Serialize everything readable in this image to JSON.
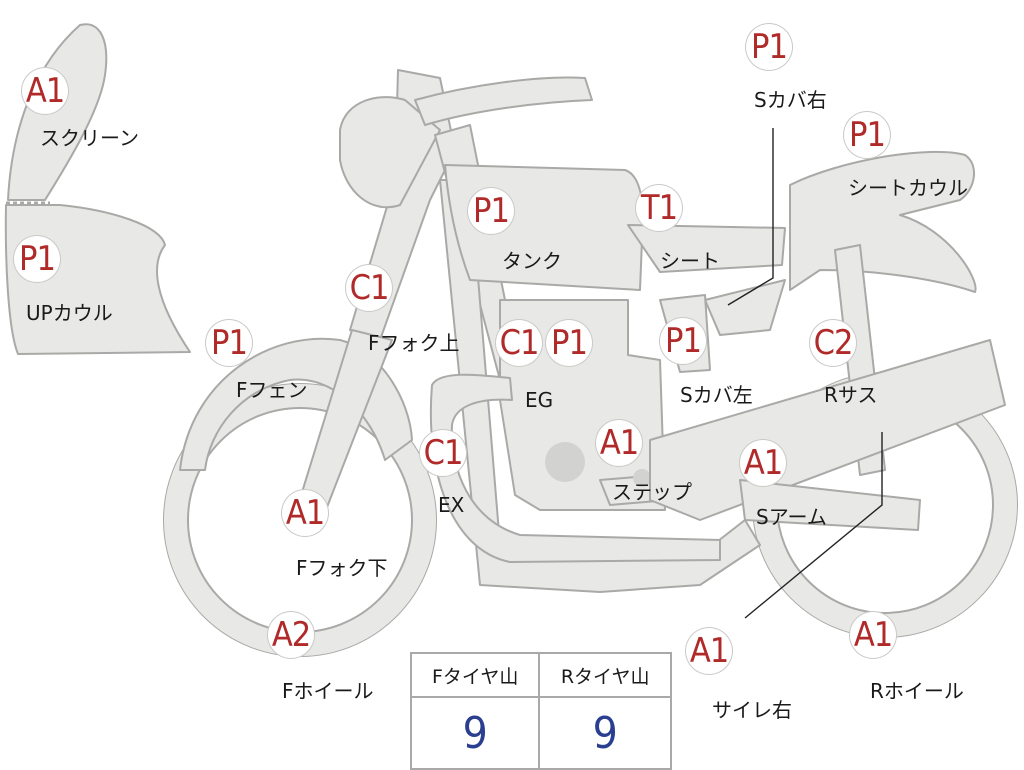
{
  "parts": [
    {
      "id": "screen",
      "code": "A1",
      "label": "スクリーン"
    },
    {
      "id": "up-cowl",
      "code": "P1",
      "label": "UPカウル"
    },
    {
      "id": "front-fender",
      "code": "P1",
      "label": "Fフェン"
    },
    {
      "id": "fork-upper",
      "code": "C1",
      "label": "Fフォク上"
    },
    {
      "id": "tank",
      "code": "P1",
      "label": "タンク"
    },
    {
      "id": "seat",
      "code": "T1",
      "label": "シート"
    },
    {
      "id": "side-cover-right",
      "code": "P1",
      "label": "Sカバ右"
    },
    {
      "id": "seat-cowl",
      "code": "P1",
      "label": "シートカウル"
    },
    {
      "id": "engine",
      "code": "C1",
      "code2": "P1",
      "label": "EG"
    },
    {
      "id": "side-cover-left",
      "code": "P1",
      "label": "Sカバ左"
    },
    {
      "id": "rear-suspension",
      "code": "C2",
      "label": "Rサス"
    },
    {
      "id": "exhaust",
      "code": "C1",
      "label": "EX"
    },
    {
      "id": "step",
      "code": "A1",
      "label": "ステップ"
    },
    {
      "id": "swing-arm",
      "code": "A1",
      "label": "Sアーム"
    },
    {
      "id": "fork-lower",
      "code": "A1",
      "label": "Fフォク下"
    },
    {
      "id": "front-wheel",
      "code": "A2",
      "label": "Fホイール"
    },
    {
      "id": "silencer-right",
      "code": "A1",
      "label": "サイレ右"
    },
    {
      "id": "rear-wheel",
      "code": "A1",
      "label": "Rホイール"
    }
  ],
  "tire_table": {
    "headers": [
      "Fタイヤ山",
      "Rタイヤ山"
    ],
    "values": [
      "9",
      "9"
    ]
  },
  "colors": {
    "part_fill": "#e8e8e6",
    "part_outline": "#a9a9a7",
    "code_text": "#b12a2a",
    "tire_value_text": "#2a3f8f"
  }
}
